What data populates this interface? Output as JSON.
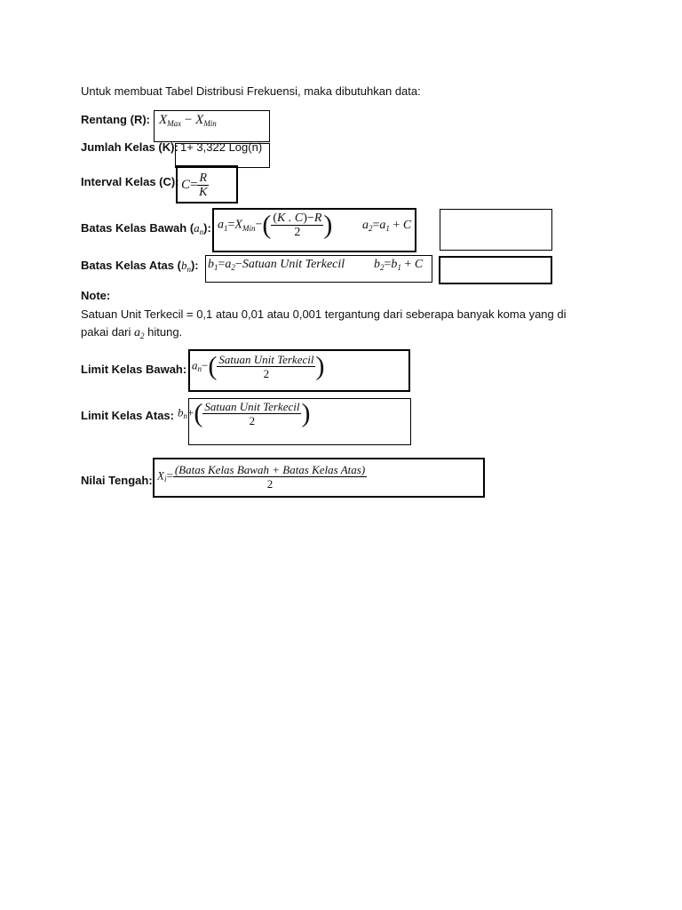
{
  "intro": "Untuk membuat Tabel Distribusi Frekuensi, maka dibutuhkan data:",
  "rentang": {
    "label": "Rentang (R):"
  },
  "jumlah_kelas": {
    "label": "Jumlah Kelas (K):",
    "formula": "1+ 3,322 Log(n)"
  },
  "interval_kelas": {
    "label": "Interval Kelas (C):"
  },
  "batas_bawah": {
    "label_prefix": "Batas Kelas Bawah (",
    "label_suffix": "):"
  },
  "batas_atas": {
    "label_prefix": "Batas Kelas Atas (",
    "label_suffix": "):"
  },
  "note": {
    "title": "Note:",
    "line1": "Satuan Unit Terkecil = 0,1 atau 0,01 atau 0,001 tergantung dari seberapa banyak koma yang di",
    "line2_prefix": "pakai dari",
    "line2_suffix": "hitung."
  },
  "limit_bawah": {
    "label": "Limit Kelas Bawah:"
  },
  "limit_atas": {
    "label": "Limit Kelas Atas:"
  },
  "nilai_tengah": {
    "label": "Nilai Tengah:"
  },
  "math": {
    "satuan": "Satuan Unit Terkecil",
    "nilai_tengah_num": "(Batas Kelas Bawah + Batas Kelas Atas)",
    "two": "2"
  }
}
